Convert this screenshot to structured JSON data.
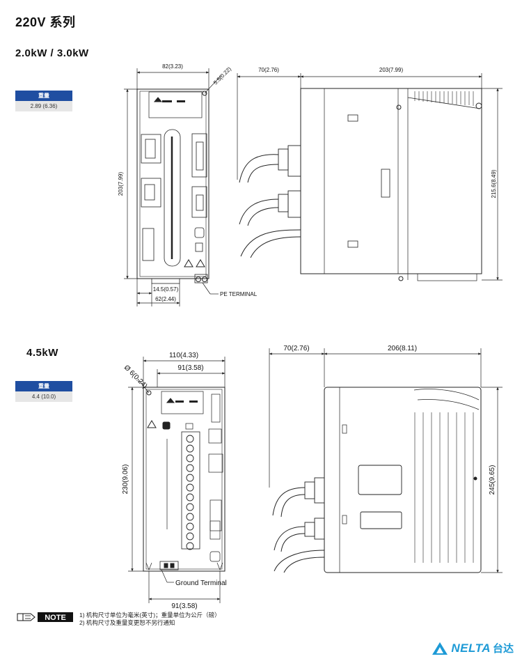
{
  "title": "220V 系列",
  "section_a": {
    "heading": "2.0kW / 3.0kW",
    "weight_label": "重量",
    "weight_value": "2.89 (6.36)",
    "dims": {
      "front_width": "82(3.23)",
      "hole": "5.5(0.22)",
      "side_offset": "70(2.76)",
      "depth": "203(7.99)",
      "front_height": "203(7.99)",
      "side_height": "215.6(8.49)",
      "bottom_offset": "14.5(0.57)",
      "bottom_width": "62(2.44)"
    },
    "pe_label": "PE TERMINAL"
  },
  "section_b": {
    "heading": "4.5kW",
    "weight_label": "重量",
    "weight_value": "4.4 (10.0)",
    "dims": {
      "front_width": "110(4.33)",
      "inner_width": "91(3.58)",
      "hole": "Ø 6(0.24)",
      "front_height": "230(9.06)",
      "bottom_width": "91(3.58)",
      "side_offset": "70(2.76)",
      "depth": "206(8.11)",
      "side_height": "245(9.65)"
    },
    "ground_label": "Ground Terminal"
  },
  "note": {
    "badge": "NOTE",
    "line1": "1) 机构尺寸单位为毫米(英寸)；重量单位为公斤（磅）",
    "line2": "2) 机构尺寸及重量变更恕不另行通知"
  },
  "logo": {
    "word": "NELTA",
    "cn": "台达"
  }
}
